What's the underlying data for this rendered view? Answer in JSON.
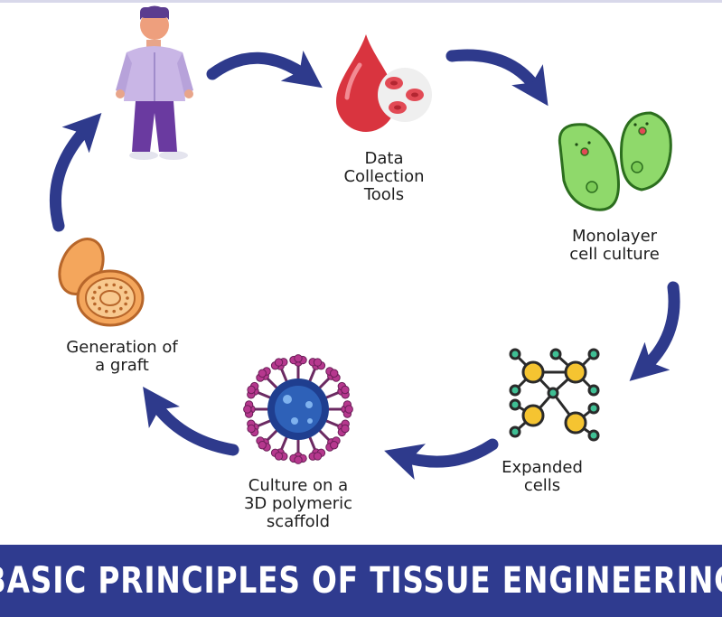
{
  "colors": {
    "arrow": "#2e3a8c",
    "banner": "#2f3b8f",
    "banner_text": "#ffffff",
    "label_text": "#1e1e1e"
  },
  "steps": [
    {
      "label": "Data\nCollection\nTools",
      "icon": "blood-drop-cells-icon"
    },
    {
      "label": "Monolayer\ncell culture",
      "icon": "green-cells-icon"
    },
    {
      "label": "Expanded\ncells",
      "icon": "cell-network-icon"
    },
    {
      "label": "Culture on a\n3D polymeric\nscaffold",
      "icon": "scaffold-virus-icon"
    },
    {
      "label": "Generation of\na graft",
      "icon": "petri-dish-icon"
    }
  ],
  "patient_icon": "patient-figure-icon",
  "banner": {
    "title": "BASIC PRINCIPLES OF TISSUE ENGINEERING"
  }
}
